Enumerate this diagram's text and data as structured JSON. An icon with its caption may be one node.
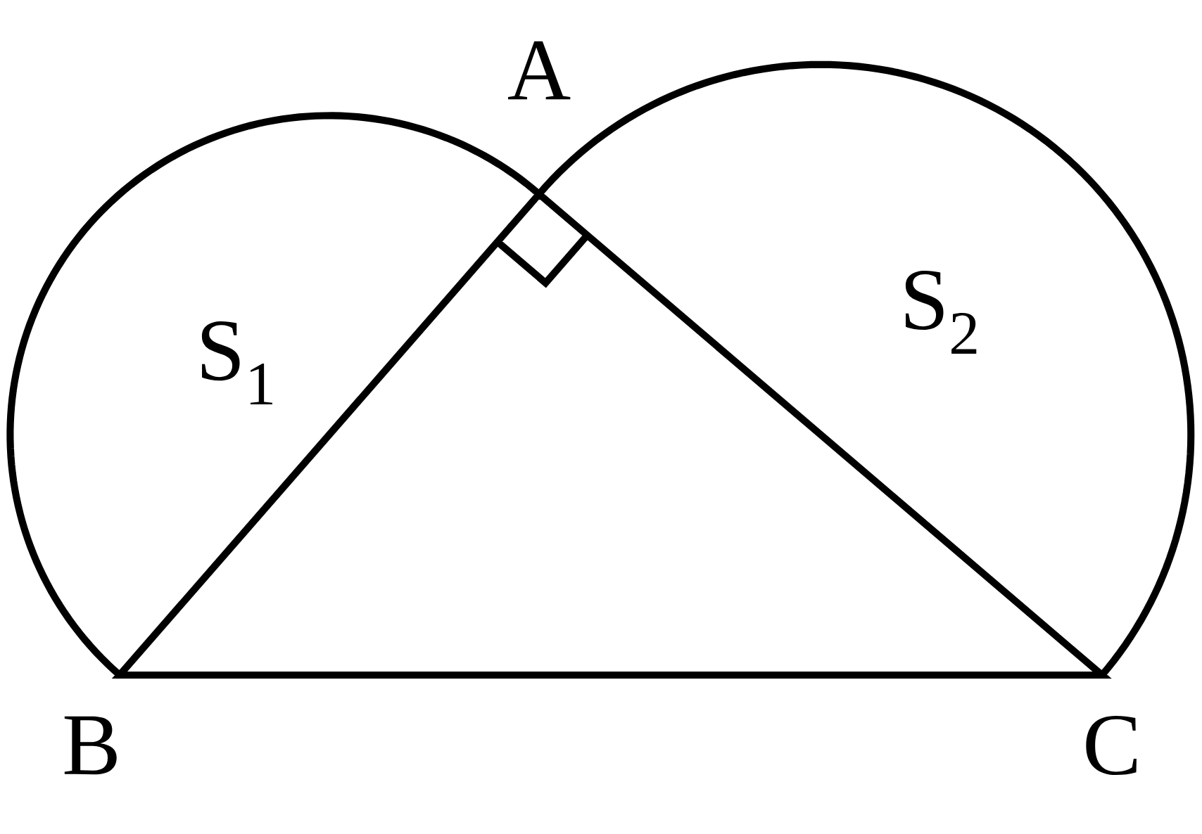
{
  "diagram": {
    "labels": [
      "A",
      "S$_{1}$",
      "S$_{2}$",
      "B",
      "C"
    ]
  }
}
